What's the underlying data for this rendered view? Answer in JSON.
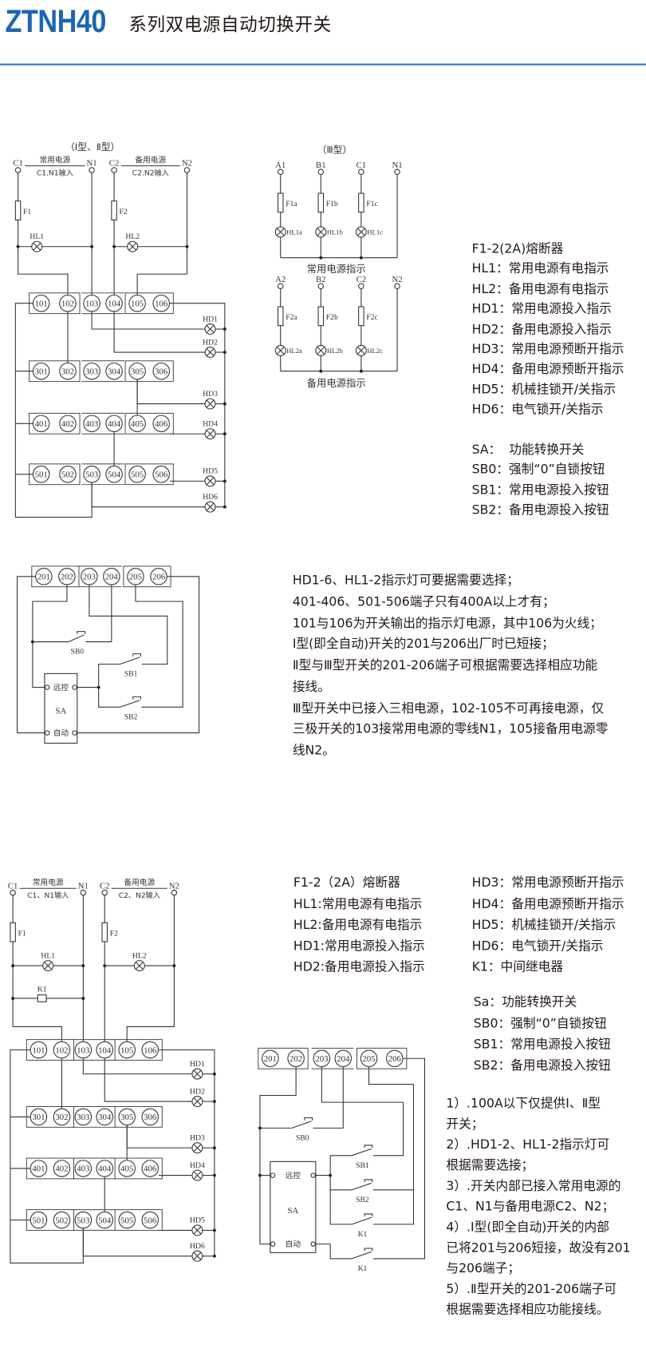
{
  "header": {
    "brand": "ZTNH40",
    "title": "系列双电源自动切换开关"
  },
  "colors": {
    "brand": "#1a66b3",
    "rule": "#2f7ac0",
    "text": "#231815"
  },
  "diagram_1": {
    "title": "（Ⅰ型、Ⅱ型）",
    "sources": [
      {
        "c": "C1",
        "n": "N1",
        "name": "常用电源",
        "input": "C1.N1输入",
        "fuse": "F1",
        "lamp": "HL1"
      },
      {
        "c": "C2",
        "n": "N2",
        "name": "备用电源",
        "input": "C2.N2输入",
        "fuse": "F2",
        "lamp": "HL2"
      }
    ],
    "terminal_rows": [
      [
        "101",
        "102",
        "103",
        "104",
        "105",
        "106"
      ],
      [
        "301",
        "302",
        "303",
        "304",
        "305",
        "306"
      ],
      [
        "401",
        "402",
        "403",
        "404",
        "405",
        "406"
      ],
      [
        "501",
        "502",
        "503",
        "504",
        "505",
        "506"
      ]
    ],
    "indicators": [
      "HD1",
      "HD2",
      "HD3",
      "HD4",
      "HD5",
      "HD6"
    ]
  },
  "diagram_2": {
    "title": "（Ⅲ型）",
    "groups": [
      {
        "terminals": [
          "A1",
          "B1",
          "C1",
          "N1"
        ],
        "fuses": [
          "F1a",
          "F1b",
          "F1c"
        ],
        "lamps": [
          "HL1a",
          "HL1b",
          "HL1c"
        ],
        "caption": "常用电源指示"
      },
      {
        "terminals": [
          "A2",
          "B2",
          "C2",
          "N2"
        ],
        "fuses": [
          "F2a",
          "F2b",
          "F2c"
        ],
        "lamps": [
          "HL2a",
          "HL2b",
          "HL2c"
        ],
        "caption": "备用电源指示"
      }
    ]
  },
  "legend_1": [
    "F1-2(2A)熔断器",
    "HL1：常用电源有电指示",
    "HL2：备用电源有电指示",
    "HD1：常用电源投入指示",
    "HD2：备用电源投入指示",
    "HD3：常用电源预断开指示",
    "HD4：备用电源预断开指示",
    "HD5：机械挂锁开/关指示",
    "HD6：电气锁开/关指示",
    "",
    "SA：  功能转换开关",
    "SB0：强制“0”自锁按钮",
    "SB1：常用电源投入按钮",
    "SB2：备用电源投入按钮"
  ],
  "diagram_3": {
    "terminals": [
      "201",
      "202",
      "203",
      "204",
      "205",
      "206"
    ],
    "buttons": [
      "SB0",
      "SB1",
      "SB2"
    ],
    "sa": "SA",
    "remote": "远控",
    "auto": "自动"
  },
  "notes_1": [
    "HD1-6、HL1-2指示灯可要据需要选择；",
    "401-406、501-506端子只有400A以上才有；",
    "101与106为开关输出的指示灯电源，其中106为火线；",
    "Ⅰ型(即全自动)开关的201与206出厂时已短接；",
    "Ⅱ型与Ⅲ型开关的201-206端子可根据需要选择相应功能",
    "接线。",
    "Ⅲ型开关中已接入三相电源，102-105不可再接电源，仅",
    "三极开关的103接常用电源的零线N1，105接备用电源零",
    "线N2。"
  ],
  "diagram_4": {
    "sources": [
      {
        "c": "C1",
        "n": "N1",
        "name": "常用电源",
        "input": "C1、N1输入",
        "fuse": "F1",
        "lamp": "HL1"
      },
      {
        "c": "C2",
        "n": "N2",
        "name": "备用电源",
        "input": "C2、N2输入",
        "fuse": "F2",
        "lamp": "HL2"
      }
    ],
    "relay": "K1",
    "terminal_rows": [
      [
        "101",
        "102",
        "103",
        "104",
        "105",
        "106"
      ],
      [
        "301",
        "302",
        "303",
        "304",
        "305",
        "306"
      ],
      [
        "401",
        "402",
        "403",
        "404",
        "405",
        "406"
      ],
      [
        "501",
        "502",
        "503",
        "504",
        "505",
        "506"
      ]
    ],
    "indicators": [
      "HD1",
      "HD2",
      "HD3",
      "HD4",
      "HD5",
      "HD6"
    ]
  },
  "diagram_5": {
    "terminals": [
      "201",
      "202",
      "203",
      "204",
      "205",
      "206"
    ],
    "buttons": [
      "SB0",
      "SB1",
      "SB2"
    ],
    "contacts": [
      "K1",
      "K1"
    ],
    "sa": "SA",
    "remote": "远控",
    "auto": "自动"
  },
  "legend_2_left": [
    "F1-2（2A）熔断器",
    "HL1:常用电源有电指示",
    "HL2:备用电源有电指示",
    "HD1:常用电源投入指示",
    "HD2:备用电源投入指示"
  ],
  "legend_2_right": [
    "HD3：常用电源预断开指示",
    "HD4：备用电源预断开指示",
    "HD5：机械挂锁开/关指示",
    "HD6：电气锁开/关指示",
    "K1：中间继电器"
  ],
  "legend_2_switches": [
    "Sa：功能转换开关",
    "SB0：强制“0”自锁按钮",
    "SB1：常用电源投入按钮",
    "SB2：备用电源投入按钮"
  ],
  "notes_2": [
    "1）.100A以下仅提供Ⅰ、Ⅱ型",
    "开关；",
    "2）.HD1-2、HL1-2指示灯可",
    "根据需要选接；",
    "3）.开关内部已接入常用电源的",
    "C1、N1与备用电源C2、N2；",
    "4）.Ⅰ型(即全自动)开关的内部",
    "已将201与206短接，故没有201",
    "与206端子；",
    "5）.Ⅱ型开关的201-206端子可",
    "根据需要选择相应功能接线。"
  ]
}
